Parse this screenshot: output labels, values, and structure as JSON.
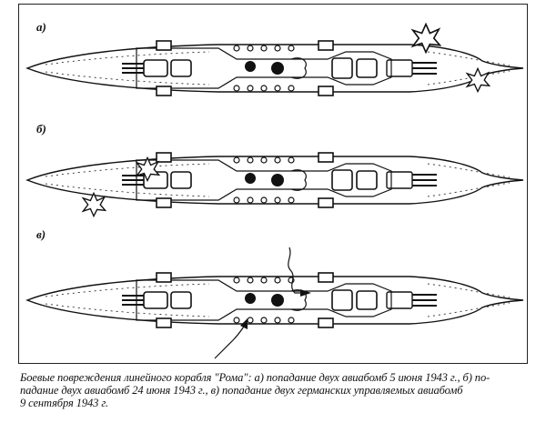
{
  "panels": [
    {
      "label": "а)"
    },
    {
      "label": "б)"
    },
    {
      "label": "в)"
    }
  ],
  "caption": {
    "lines": [
      "Боевые повреждения линейного корабля \"Рома\": а) попадание двух авиабомб 5 июня 1943 г., б) по-",
      "падание двух авиабомб 24 июня 1943 г., в) попадание двух германских управляемых авиабомб",
      "9 сентября 1943 г."
    ]
  }
}
